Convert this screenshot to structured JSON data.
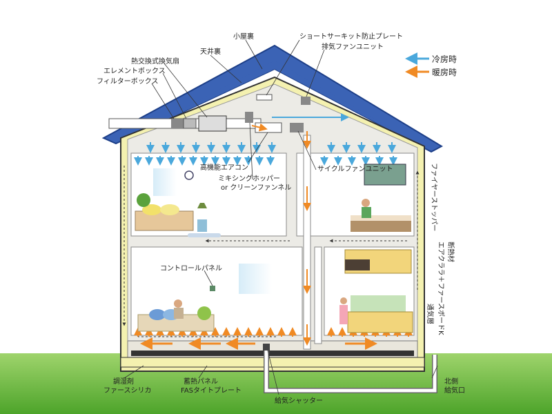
{
  "legend": {
    "cooling": {
      "label": "冷房時",
      "color": "#4aa8dc"
    },
    "heating": {
      "label": "暖房時",
      "color": "#f08a24"
    }
  },
  "labels": {
    "attic": "小屋裏",
    "ceiling_space": "天井裏",
    "heat_exchanger": "熱交換式換気扇",
    "element_box": "エレメントボックス",
    "filter_box": "フィルターボックス",
    "short_circuit_plate": "ショートサーキット防止プレート",
    "exhaust_fan_unit": "排気ファンユニット",
    "high_perf_ac": "高機能エアコン",
    "mixing_hopper": "ミキシングホッパー",
    "clean_funnel": "or クリーンファンネル",
    "cycle_fan_unit": "サイクルファンユニット",
    "control_panel": "コントロールパネル",
    "humidity_agent": "調湿剤",
    "fas_silica": "ファースシリカ",
    "thermal_panel": "蓄熱パネル",
    "fas_tight_plate": "FASタイトプレート",
    "supply_shutter": "給気シャッター",
    "north_intake_1": "北側",
    "north_intake_2": "給気口",
    "fire_stopper": "ファイヤーストッパー",
    "insulation_1": "断熱材",
    "insulation_2": "エアクララ＋ファースボードK",
    "ventilation_layer": "通気層"
  },
  "colors": {
    "roof": "#3b63b5",
    "wall_outer": "#f4f1b0",
    "ground": "#66bb3e",
    "room": "#ffffff",
    "duct": "#e9e6dc"
  }
}
